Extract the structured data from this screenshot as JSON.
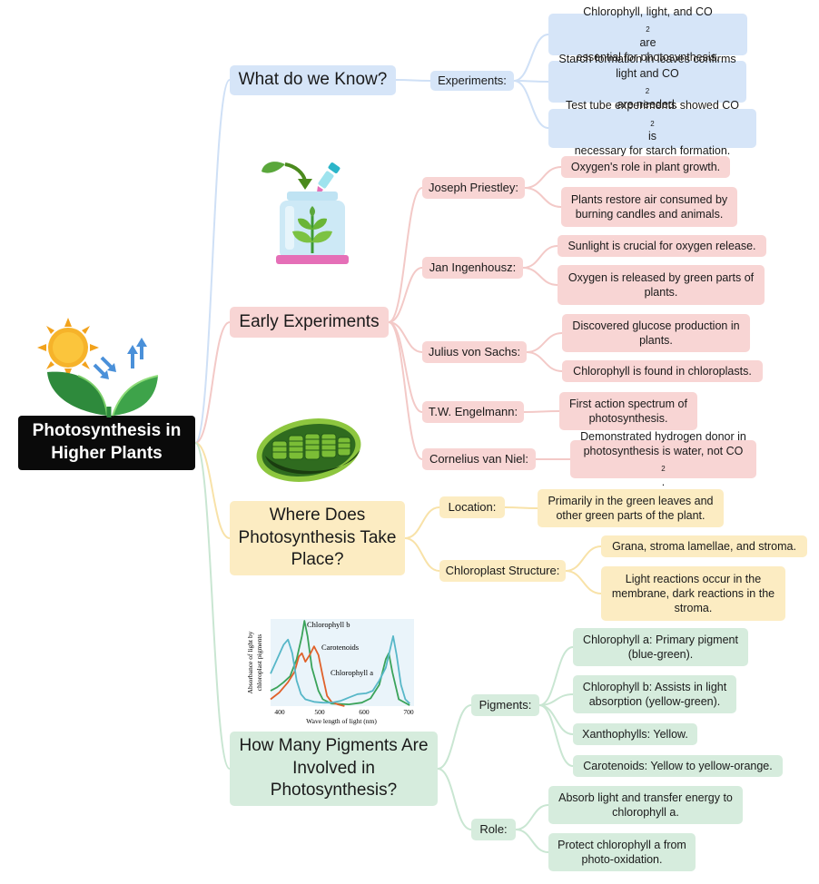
{
  "root": {
    "line1": "Photosynthesis in",
    "line2": "Higher Plants"
  },
  "sections": {
    "know": {
      "title": "What do we Know?",
      "experiments_label": "Experiments:",
      "facts": [
        {
          "a": "Chlorophyll, light, and CO",
          "sub": "2",
          "b": " are",
          "c": "essential for photosynthesis."
        },
        {
          "a": "Starch formation in leaves confirms",
          "b": "light and CO",
          "sub": "2",
          "c": " are needed."
        },
        {
          "a": "Test tube experiments showed CO",
          "sub": "2",
          "b": " is",
          "c": "necessary for starch formation."
        }
      ]
    },
    "early": {
      "title": "Early Experiments",
      "scientists": [
        {
          "name": "Joseph Priestley:",
          "findings": [
            "Oxygen's role in plant growth.",
            "Plants restore air consumed by",
            "burning candles and animals."
          ]
        },
        {
          "name": "Jan Ingenhousz:",
          "findings": [
            "Sunlight is crucial for oxygen release.",
            "Oxygen is released by green parts of",
            "plants."
          ]
        },
        {
          "name": "Julius von Sachs:",
          "findings": [
            "Discovered glucose production in",
            "plants.",
            "Chlorophyll is found in chloroplasts."
          ]
        },
        {
          "name": "T.W. Engelmann:",
          "findings": [
            "First action spectrum of",
            "photosynthesis."
          ]
        },
        {
          "name": "Cornelius van Niel:",
          "findings": [
            "Demonstrated hydrogen donor in",
            "photosynthesis is water, not CO",
            "2",
            "."
          ]
        }
      ]
    },
    "where": {
      "title_lines": [
        "Where Does",
        "Photosynthesis Take",
        "Place?"
      ],
      "location_label": "Location:",
      "location_lines": [
        "Primarily in the green leaves and",
        "other green parts of the plant."
      ],
      "structure_label": "Chloroplast Structure:",
      "structure_1": "Grana, stroma lamellae, and stroma.",
      "structure_2_lines": [
        "Light reactions occur in the",
        "membrane, dark reactions in the",
        "stroma."
      ]
    },
    "pigments": {
      "title_lines": [
        "How Many Pigments Are",
        "Involved in",
        "Photosynthesis?"
      ],
      "pigments_label": "Pigments:",
      "pigment_items": [
        [
          "Chlorophyll a: Primary pigment",
          "(blue-green)."
        ],
        [
          "Chlorophyll b: Assists in light",
          "absorption (yellow-green)."
        ],
        [
          "Xanthophylls: Yellow."
        ],
        [
          "Carotenoids: Yellow to yellow-orange."
        ]
      ],
      "role_label": "Role:",
      "role_items": [
        [
          "Absorb light and transfer energy to",
          "chlorophyll a."
        ],
        [
          "Protect chlorophyll a from",
          "photo-oxidation."
        ]
      ]
    }
  },
  "spectrum_chart": {
    "y_label_lines": [
      "Absorbance of light by",
      "chloroplast pigments"
    ],
    "x_label": "Wave length of light (nm)",
    "x_ticks": [
      "400",
      "500",
      "600",
      "700"
    ],
    "series_labels": [
      "Chlorophyll b",
      "Carotenoids",
      "Chlorophyll a"
    ]
  },
  "chart_data": {
    "type": "line",
    "xlabel": "Wave length of light (nm)",
    "ylabel": "Absorbance of light by chloroplast pigments",
    "xlim": [
      380,
      710
    ],
    "ylim": [
      0,
      1
    ],
    "series": [
      {
        "name": "Chlorophyll b",
        "color": "#3aa35a",
        "x": [
          380,
          395,
          410,
          425,
          440,
          452,
          458,
          465,
          475,
          490,
          500,
          520,
          560,
          590,
          610,
          630,
          645,
          652,
          660,
          675,
          700
        ],
        "y": [
          0.18,
          0.22,
          0.28,
          0.35,
          0.55,
          0.82,
          1.0,
          0.82,
          0.45,
          0.18,
          0.08,
          0.03,
          0.02,
          0.04,
          0.09,
          0.25,
          0.55,
          0.62,
          0.4,
          0.08,
          0.01
        ]
      },
      {
        "name": "Carotenoids",
        "color": "#e0612a",
        "x": [
          380,
          400,
          420,
          435,
          445,
          452,
          460,
          470,
          480,
          490,
          500,
          510,
          520,
          535,
          550
        ],
        "y": [
          0.08,
          0.16,
          0.28,
          0.4,
          0.58,
          0.62,
          0.52,
          0.6,
          0.7,
          0.6,
          0.35,
          0.12,
          0.05,
          0.02,
          0.0
        ]
      },
      {
        "name": "Chlorophyll a",
        "color": "#57b7c8",
        "x": [
          380,
          395,
          410,
          420,
          430,
          440,
          450,
          460,
          480,
          500,
          520,
          540,
          560,
          580,
          600,
          615,
          630,
          645,
          662,
          670,
          680,
          690,
          700
        ],
        "y": [
          0.38,
          0.55,
          0.72,
          0.78,
          0.62,
          0.3,
          0.14,
          0.08,
          0.05,
          0.04,
          0.04,
          0.06,
          0.1,
          0.14,
          0.15,
          0.18,
          0.3,
          0.45,
          0.82,
          0.6,
          0.25,
          0.08,
          0.03
        ]
      }
    ]
  },
  "colors": {
    "blue": "#d6e5f8",
    "red": "#f8d5d4",
    "yellow": "#fcecc2",
    "green": "#d6ecdd",
    "root": "#0a0a0a"
  }
}
